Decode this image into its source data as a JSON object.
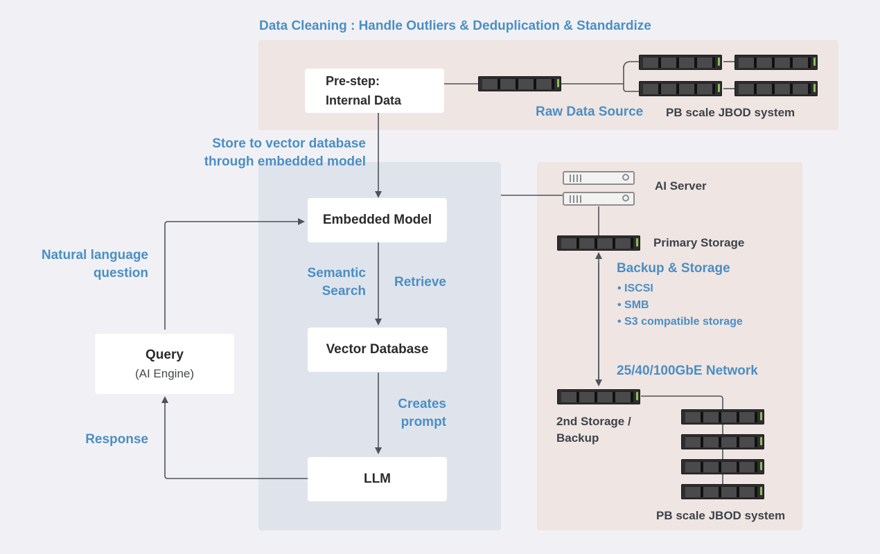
{
  "header": {
    "title": "Data Cleaning : Handle Outliers & Deduplication & Standardize"
  },
  "top_panel": {
    "pre_step_line1": "Pre-step:",
    "pre_step_line2": "Internal Data",
    "raw_data_source": "Raw Data Source",
    "jbod_label": "PB scale JBOD system"
  },
  "flow": {
    "store_label_line1": "Store to vector database",
    "store_label_line2": "through embedded model",
    "embedded_model": "Embedded Model",
    "vector_database": "Vector Database",
    "llm": "LLM",
    "semantic_search_line1": "Semantic",
    "semantic_search_line2": "Search",
    "retrieve": "Retrieve",
    "creates_prompt_line1": "Creates",
    "creates_prompt_line2": "prompt"
  },
  "query": {
    "title": "Query",
    "subtitle": "(AI Engine)",
    "nl_question_line1": "Natural language",
    "nl_question_line2": "question",
    "response": "Response"
  },
  "infra": {
    "ai_server": "AI Server",
    "primary_storage": "Primary Storage",
    "backup_storage": "Backup & Storage",
    "protocols": [
      "ISCSI",
      "SMB",
      "S3 compatible storage"
    ],
    "network": "25/40/100GbE Network",
    "second_storage_line1": "2nd Storage /",
    "second_storage_line2": "Backup",
    "jbod_label": "PB scale JBOD system"
  },
  "colors": {
    "accent": "#4b8ec4",
    "line": "#4d535b",
    "pink_panel": "#efe5e2",
    "blue_panel": "#dfe4ec",
    "background": "#f1f1f5"
  }
}
